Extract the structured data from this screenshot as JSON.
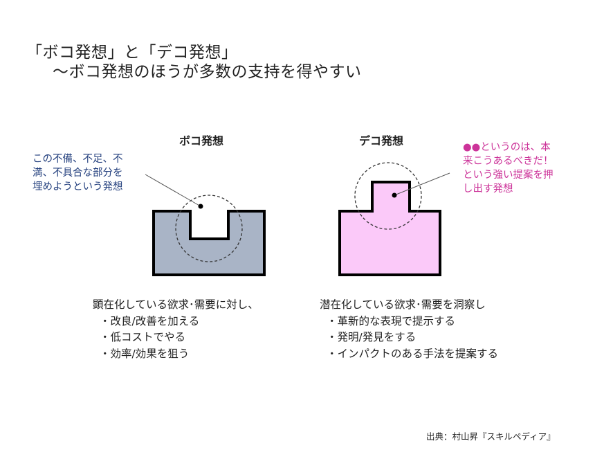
{
  "title": {
    "line1": "「ボコ発想」と「デコ発想」",
    "line2": "～ボコ発想のほうが多数の支持を得やすい"
  },
  "boko": {
    "label": "ボコ発想",
    "note": [
      "この不備、不足、不",
      "満、不具合な部分を",
      "埋めようという発想"
    ],
    "description": "顕在化している欲求･需要に対し、",
    "items": [
      "・改良/改善を加える",
      "・低コストでやる",
      "・効率/効果を狙う"
    ],
    "fill_color": "#a9b4c6",
    "note_color": "#24407e"
  },
  "deko": {
    "label": "デコ発想",
    "note": [
      "●●というのは、本",
      "来こうあるべきだ！",
      "という強い提案を押",
      "し出す発想"
    ],
    "description": "潜在化している欲求･需要を洞察し",
    "items": [
      "・革新的な表現で提示する",
      "・発明/発見をする",
      "・インパクトのある手法を提案する"
    ],
    "fill_color": "#fbc9f9",
    "note_color": "#cc3399"
  },
  "source": "出典：村山昇『スキルペディア』"
}
